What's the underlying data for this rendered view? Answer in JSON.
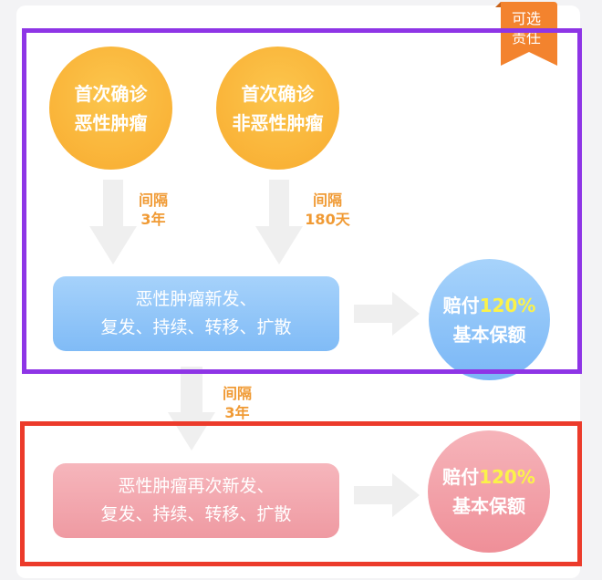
{
  "badge": {
    "line1": "可选",
    "line2": "责任"
  },
  "nodes": {
    "first_malignant": {
      "line1": "首次确诊",
      "line2": "恶性肿瘤"
    },
    "first_nonmalignant": {
      "line1": "首次确诊",
      "line2": "非恶性肿瘤"
    },
    "recurrence_1": {
      "line1": "恶性肿瘤新发、",
      "line2": "复发、持续、转移、扩散"
    },
    "recurrence_2": {
      "line1": "恶性肿瘤再次新发、",
      "line2": "复发、持续、转移、扩散"
    },
    "payout_1": {
      "prefix": "赔付",
      "value": "120%",
      "line2": "基本保额"
    },
    "payout_2": {
      "prefix": "赔付",
      "value": "120%",
      "line2": "基本保额"
    }
  },
  "intervals": [
    {
      "line1": "间隔",
      "line2": "3年"
    },
    {
      "line1": "间隔",
      "line2": "180天"
    },
    {
      "line1": "间隔",
      "line2": "3年"
    }
  ],
  "colors": {
    "orange": "#f8ab2f",
    "blue": "#80bbf6",
    "pink": "#ef9aa2",
    "highlight": "#fbf24a",
    "interval_text": "#f09a34",
    "frame_purple": "#8e35e6",
    "frame_red": "#ec3b2b",
    "arrow": "#efefef"
  }
}
